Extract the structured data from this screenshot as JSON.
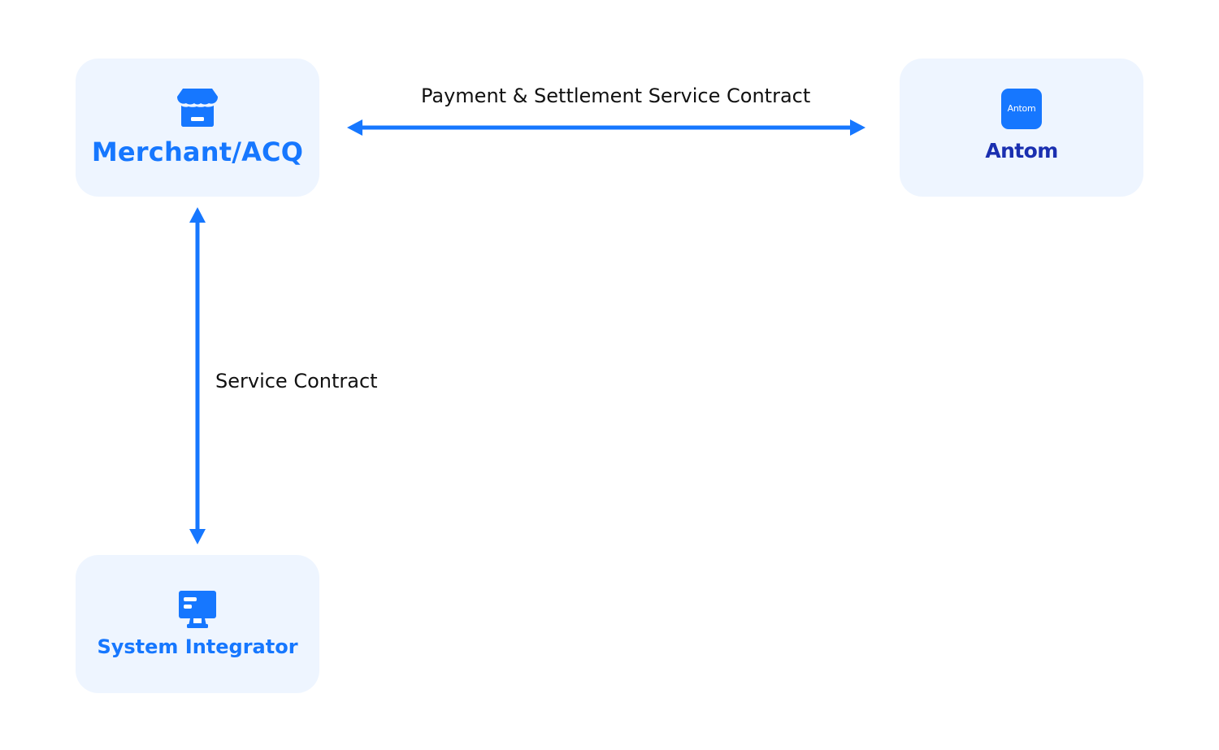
{
  "nodes": {
    "merchant": {
      "label": "Merchant/ACQ",
      "icon": "storefront-icon"
    },
    "antom": {
      "app_icon_text": "Antom",
      "wordmark": "Antom",
      "icon": "antom-app-icon"
    },
    "integrator": {
      "label": "System Integrator",
      "icon": "monitor-icon"
    }
  },
  "edges": {
    "merchant_antom": {
      "label": "Payment & Settlement Service Contract",
      "direction": "bidirectional"
    },
    "merchant_integrator": {
      "label": "Service Contract",
      "direction": "bidirectional"
    }
  },
  "colors": {
    "accent": "#1677ff",
    "node_background": "#eef5ff",
    "wordmark": "#1a2fb0",
    "label_text": "#111111"
  }
}
